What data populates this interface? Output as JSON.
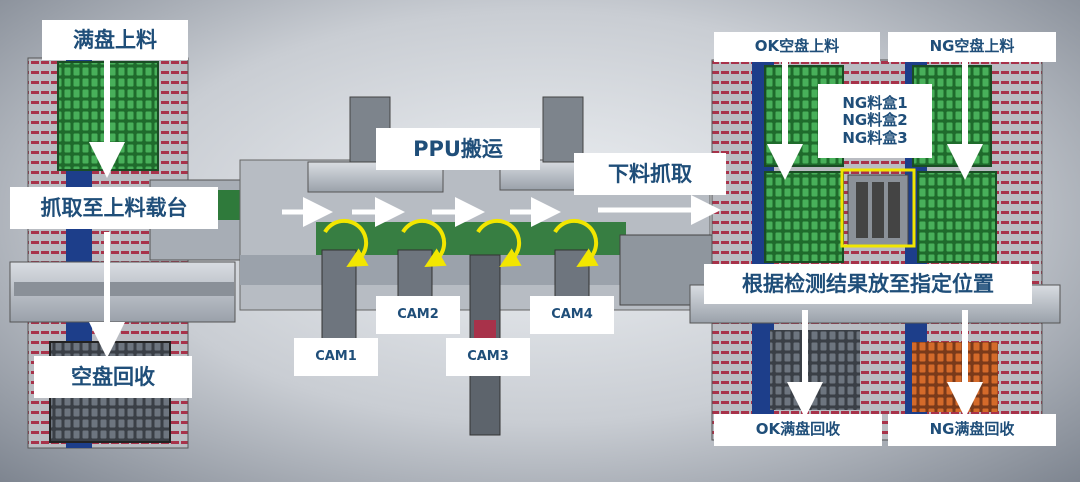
{
  "labels": {
    "full_tray_load": "满盘上料",
    "pick_to_stage": "抓取至上料载台",
    "empty_tray_recycle": "空盘回收",
    "ppu_transfer": "PPU搬运",
    "unload_pick": "下料抓取",
    "ok_empty_load": "OK空盘上料",
    "ng_empty_load": "NG空盘上料",
    "ng_box_1": "NG料盒1",
    "ng_box_2": "NG料盒2",
    "ng_box_3": "NG料盒3",
    "place_by_result": "根据检测结果放至指定位置",
    "ok_full_recycle": "OK满盘回收",
    "ng_full_recycle": "NG满盘回收",
    "cam1": "CAM1",
    "cam2": "CAM2",
    "cam3": "CAM3",
    "cam4": "CAM4"
  },
  "colors": {
    "label_text": "#1f4e79",
    "label_bg": "#ffffff",
    "flow_arrow": "#ffffff",
    "rotation_arrow": "#f2e600",
    "ng_box_frame": "#f2e600",
    "tray_green": "#2e8b3a",
    "frame_red": "#a8324a",
    "rail_blue": "#1d3e8a"
  },
  "icons": [
    "down-arrow-icon",
    "right-arrow-icon",
    "rotate-arrow-icon"
  ]
}
